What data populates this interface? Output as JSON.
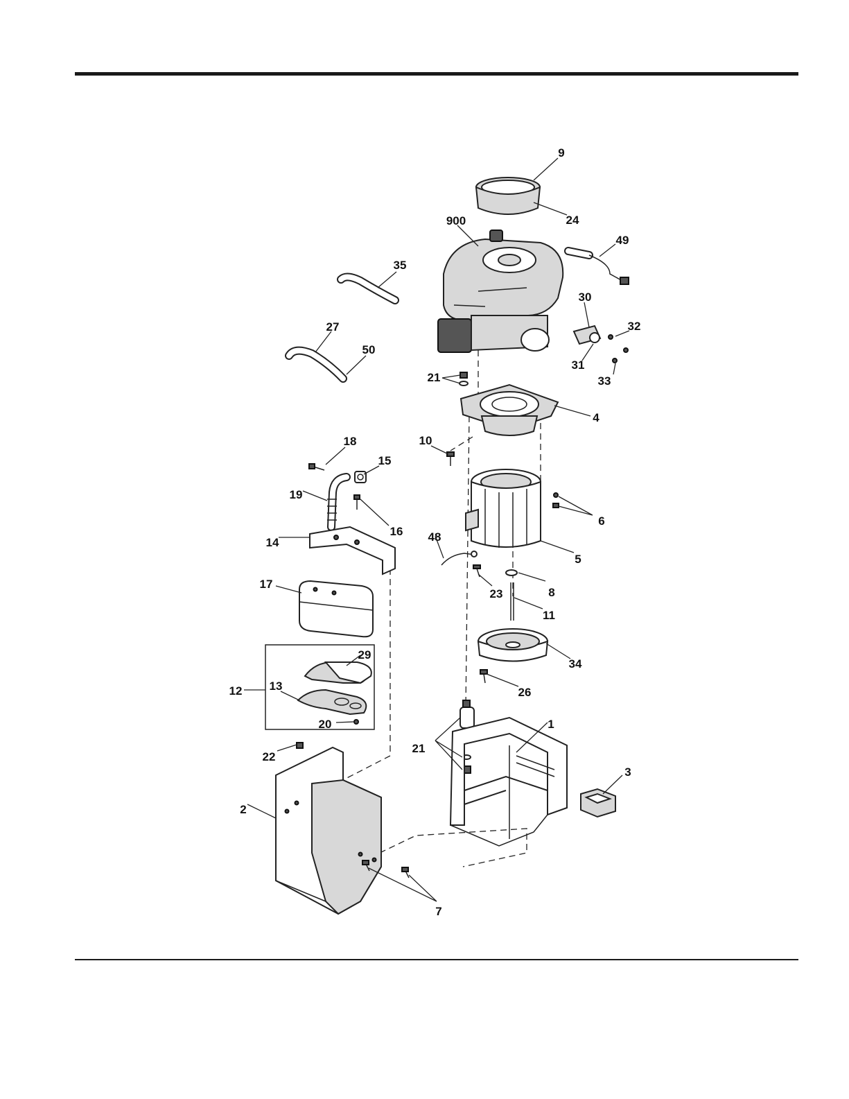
{
  "callouts": {
    "c9": "9",
    "c24": "24",
    "c900": "900",
    "c49": "49",
    "c35": "35",
    "c30": "30",
    "c32": "32",
    "c27": "27",
    "c50": "50",
    "c31": "31",
    "c33": "33",
    "c21a": "21",
    "c4": "4",
    "c10": "10",
    "c18": "18",
    "c15": "15",
    "c19": "19",
    "c16": "16",
    "c6": "6",
    "c14": "14",
    "c48": "48",
    "c5": "5",
    "c8": "8",
    "c23": "23",
    "c17": "17",
    "c11": "11",
    "c34": "34",
    "c29": "29",
    "c26": "26",
    "c12": "12",
    "c13": "13",
    "c20": "20",
    "c1": "1",
    "c21b": "21",
    "c22": "22",
    "c3": "3",
    "c2": "2",
    "c7": "7"
  }
}
